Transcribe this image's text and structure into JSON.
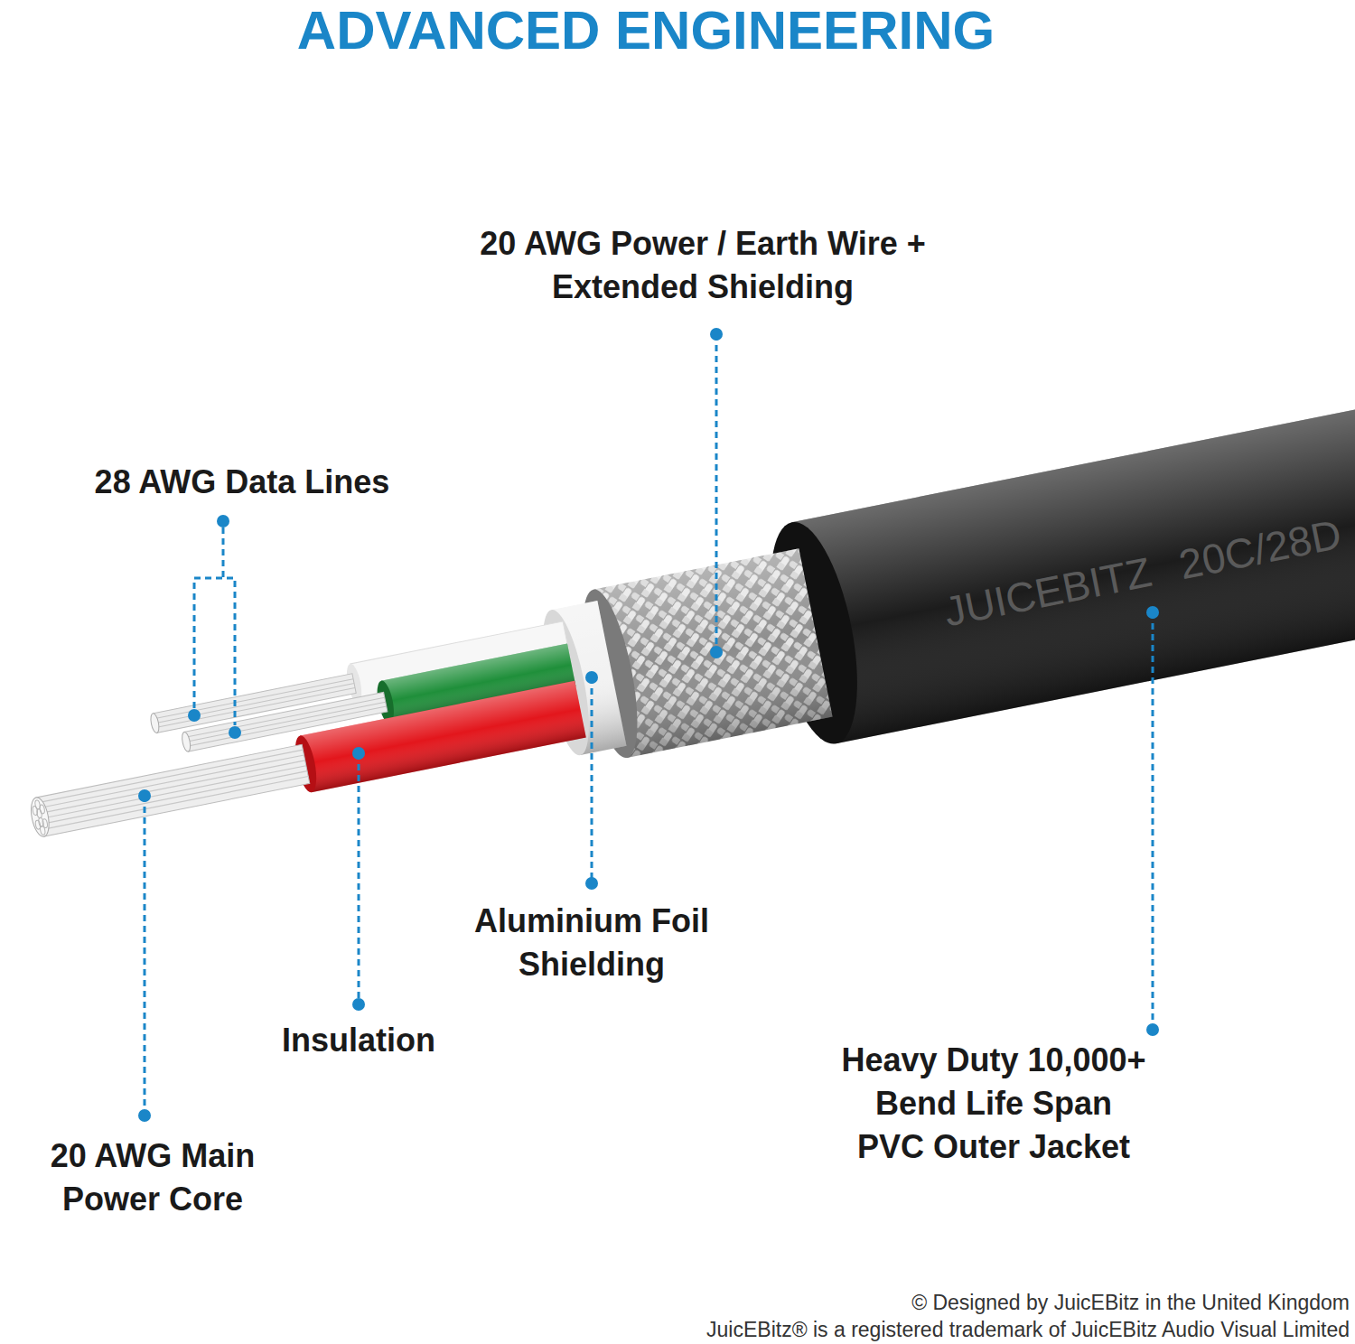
{
  "diagram": {
    "title": "ADVANCED ENGINEERING",
    "labels": [
      "20 AWG Power / Earth Wire + Extended Shielding",
      "28 AWG Data Lines",
      "JUICEBITZ",
      "20C/28D",
      "Aluminium Foil Shielding",
      "Insulation",
      "Heavy Duty 10,000+ Bend Life Span PVC Outer Jacket",
      "20 AWG Main Power Core",
      "© Designed by JuicEBitz in the United Kingdom",
      "JuicEBitz® is a registered trademark of JuicEBitz Audio Visual Limited"
    ]
  }
}
